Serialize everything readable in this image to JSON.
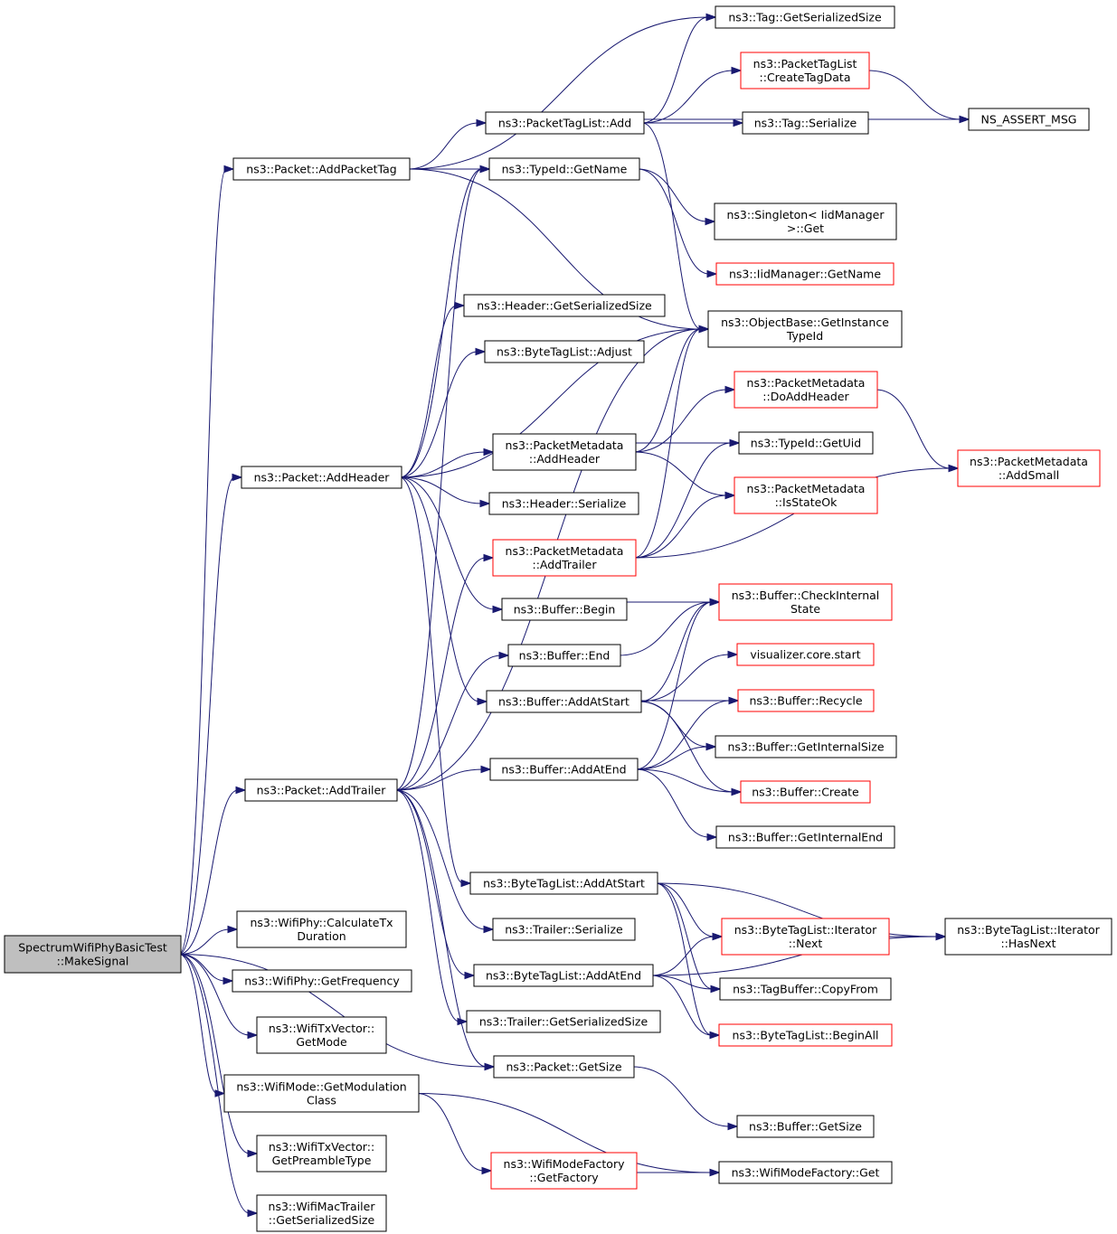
{
  "colors": {
    "edge": "#191970",
    "border_normal": "#000000",
    "border_truncated": "#ff0000",
    "root_fill": "#bfbfbf",
    "node_fill": "#ffffff"
  },
  "nodes": [
    {
      "id": "root",
      "lines": [
        "SpectrumWifiPhyBasicTest",
        "::MakeSignal"
      ],
      "style": "root"
    },
    {
      "id": "addPacketTag",
      "lines": [
        "ns3::Packet::AddPacketTag"
      ],
      "style": "normal"
    },
    {
      "id": "addHeader",
      "lines": [
        "ns3::Packet::AddHeader"
      ],
      "style": "normal"
    },
    {
      "id": "addTrailer",
      "lines": [
        "ns3::Packet::AddTrailer"
      ],
      "style": "normal"
    },
    {
      "id": "calcTxDuration",
      "lines": [
        "ns3::WifiPhy::CalculateTx",
        "Duration"
      ],
      "style": "normal"
    },
    {
      "id": "getFrequency",
      "lines": [
        "ns3::WifiPhy::GetFrequency"
      ],
      "style": "normal"
    },
    {
      "id": "getMode",
      "lines": [
        "ns3::WifiTxVector::",
        "GetMode"
      ],
      "style": "normal"
    },
    {
      "id": "getModClass",
      "lines": [
        "ns3::WifiMode::GetModulation",
        "Class"
      ],
      "style": "normal"
    },
    {
      "id": "getPreamble",
      "lines": [
        "ns3::WifiTxVector::",
        "GetPreambleType"
      ],
      "style": "normal"
    },
    {
      "id": "macTrailerSize",
      "lines": [
        "ns3::WifiMacTrailer",
        "::GetSerializedSize"
      ],
      "style": "normal"
    },
    {
      "id": "ptlAdd",
      "lines": [
        "ns3::PacketTagList::Add"
      ],
      "style": "normal"
    },
    {
      "id": "typeIdGetName",
      "lines": [
        "ns3::TypeId::GetName"
      ],
      "style": "normal"
    },
    {
      "id": "headerSize",
      "lines": [
        "ns3::Header::GetSerializedSize"
      ],
      "style": "normal"
    },
    {
      "id": "btlAdjust",
      "lines": [
        "ns3::ByteTagList::Adjust"
      ],
      "style": "normal"
    },
    {
      "id": "pmAddHeader",
      "lines": [
        "ns3::PacketMetadata",
        "::AddHeader"
      ],
      "style": "normal"
    },
    {
      "id": "headerSerialize",
      "lines": [
        "ns3::Header::Serialize"
      ],
      "style": "normal"
    },
    {
      "id": "pmAddTrailer",
      "lines": [
        "ns3::PacketMetadata",
        "::AddTrailer"
      ],
      "style": "truncated"
    },
    {
      "id": "bufBegin",
      "lines": [
        "ns3::Buffer::Begin"
      ],
      "style": "normal"
    },
    {
      "id": "bufEnd",
      "lines": [
        "ns3::Buffer::End"
      ],
      "style": "normal"
    },
    {
      "id": "bufAddAtStart",
      "lines": [
        "ns3::Buffer::AddAtStart"
      ],
      "style": "normal"
    },
    {
      "id": "bufAddAtEnd",
      "lines": [
        "ns3::Buffer::AddAtEnd"
      ],
      "style": "normal"
    },
    {
      "id": "btlAddAtStart",
      "lines": [
        "ns3::ByteTagList::AddAtStart"
      ],
      "style": "normal"
    },
    {
      "id": "trailerSerialize",
      "lines": [
        "ns3::Trailer::Serialize"
      ],
      "style": "normal"
    },
    {
      "id": "btlAddAtEnd",
      "lines": [
        "ns3::ByteTagList::AddAtEnd"
      ],
      "style": "normal"
    },
    {
      "id": "trailerSize",
      "lines": [
        "ns3::Trailer::GetSerializedSize"
      ],
      "style": "normal"
    },
    {
      "id": "packetGetSize",
      "lines": [
        "ns3::Packet::GetSize"
      ],
      "style": "normal"
    },
    {
      "id": "wmfGetFactory",
      "lines": [
        "ns3::WifiModeFactory",
        "::GetFactory"
      ],
      "style": "truncated"
    },
    {
      "id": "tagSize",
      "lines": [
        "ns3::Tag::GetSerializedSize"
      ],
      "style": "normal"
    },
    {
      "id": "ptlCreateTagData",
      "lines": [
        "ns3::PacketTagList",
        "::CreateTagData"
      ],
      "style": "truncated"
    },
    {
      "id": "tagSerialize",
      "lines": [
        "ns3::Tag::Serialize"
      ],
      "style": "normal"
    },
    {
      "id": "singletonGet",
      "lines": [
        "ns3::Singleton< IidManager",
        ">::Get"
      ],
      "style": "normal"
    },
    {
      "id": "iidGetName",
      "lines": [
        "ns3::IidManager::GetName"
      ],
      "style": "truncated"
    },
    {
      "id": "getInstanceTypeId",
      "lines": [
        "ns3::ObjectBase::GetInstance",
        "TypeId"
      ],
      "style": "normal"
    },
    {
      "id": "pmDoAddHeader",
      "lines": [
        "ns3::PacketMetadata",
        "::DoAddHeader"
      ],
      "style": "truncated"
    },
    {
      "id": "typeIdGetUid",
      "lines": [
        "ns3::TypeId::GetUid"
      ],
      "style": "normal"
    },
    {
      "id": "pmIsStateOk",
      "lines": [
        "ns3::PacketMetadata",
        "::IsStateOk"
      ],
      "style": "truncated"
    },
    {
      "id": "bufCheckInternal",
      "lines": [
        "ns3::Buffer::CheckInternal",
        "State"
      ],
      "style": "truncated"
    },
    {
      "id": "vizStart",
      "lines": [
        "visualizer.core.start"
      ],
      "style": "truncated"
    },
    {
      "id": "bufRecycle",
      "lines": [
        "ns3::Buffer::Recycle"
      ],
      "style": "truncated"
    },
    {
      "id": "bufGetInternalSize",
      "lines": [
        "ns3::Buffer::GetInternalSize"
      ],
      "style": "normal"
    },
    {
      "id": "bufCreate",
      "lines": [
        "ns3::Buffer::Create"
      ],
      "style": "truncated"
    },
    {
      "id": "bufGetInternalEnd",
      "lines": [
        "ns3::Buffer::GetInternalEnd"
      ],
      "style": "normal"
    },
    {
      "id": "btlIterNext",
      "lines": [
        "ns3::ByteTagList::Iterator",
        "::Next"
      ],
      "style": "truncated"
    },
    {
      "id": "tagBufCopyFrom",
      "lines": [
        "ns3::TagBuffer::CopyFrom"
      ],
      "style": "normal"
    },
    {
      "id": "btlBeginAll",
      "lines": [
        "ns3::ByteTagList::BeginAll"
      ],
      "style": "truncated"
    },
    {
      "id": "bufGetSize",
      "lines": [
        "ns3::Buffer::GetSize"
      ],
      "style": "normal"
    },
    {
      "id": "wmfGet",
      "lines": [
        "ns3::WifiModeFactory::Get"
      ],
      "style": "normal"
    },
    {
      "id": "nsAssertMsg",
      "lines": [
        "NS_ASSERT_MSG"
      ],
      "style": "normal"
    },
    {
      "id": "pmAddSmall",
      "lines": [
        "ns3::PacketMetadata",
        "::AddSmall"
      ],
      "style": "truncated"
    },
    {
      "id": "btlIterHasNext",
      "lines": [
        "ns3::ByteTagList::Iterator",
        "::HasNext"
      ],
      "style": "normal"
    }
  ],
  "edges": [
    [
      "root",
      "addPacketTag"
    ],
    [
      "root",
      "addHeader"
    ],
    [
      "root",
      "addTrailer"
    ],
    [
      "root",
      "calcTxDuration"
    ],
    [
      "root",
      "getFrequency"
    ],
    [
      "root",
      "getMode"
    ],
    [
      "root",
      "getModClass"
    ],
    [
      "root",
      "getPreamble"
    ],
    [
      "root",
      "macTrailerSize"
    ],
    [
      "root",
      "packetGetSize"
    ],
    [
      "addPacketTag",
      "ptlAdd"
    ],
    [
      "addPacketTag",
      "typeIdGetName"
    ],
    [
      "addPacketTag",
      "tagSize"
    ],
    [
      "addPacketTag",
      "getInstanceTypeId"
    ],
    [
      "ptlAdd",
      "tagSize"
    ],
    [
      "ptlAdd",
      "ptlCreateTagData"
    ],
    [
      "ptlAdd",
      "tagSerialize"
    ],
    [
      "ptlAdd",
      "nsAssertMsg"
    ],
    [
      "ptlAdd",
      "getInstanceTypeId"
    ],
    [
      "ptlCreateTagData",
      "nsAssertMsg"
    ],
    [
      "typeIdGetName",
      "singletonGet"
    ],
    [
      "typeIdGetName",
      "iidGetName"
    ],
    [
      "addHeader",
      "typeIdGetName"
    ],
    [
      "addHeader",
      "getInstanceTypeId"
    ],
    [
      "addHeader",
      "headerSize"
    ],
    [
      "addHeader",
      "btlAdjust"
    ],
    [
      "addHeader",
      "pmAddHeader"
    ],
    [
      "addHeader",
      "headerSerialize"
    ],
    [
      "addHeader",
      "bufBegin"
    ],
    [
      "addHeader",
      "bufAddAtStart"
    ],
    [
      "addHeader",
      "btlAddAtStart"
    ],
    [
      "pmAddHeader",
      "getInstanceTypeId"
    ],
    [
      "pmAddHeader",
      "pmDoAddHeader"
    ],
    [
      "pmAddHeader",
      "typeIdGetUid"
    ],
    [
      "pmAddHeader",
      "pmIsStateOk"
    ],
    [
      "pmDoAddHeader",
      "pmAddSmall"
    ],
    [
      "pmAddTrailer",
      "getInstanceTypeId"
    ],
    [
      "pmAddTrailer",
      "typeIdGetUid"
    ],
    [
      "pmAddTrailer",
      "pmIsStateOk"
    ],
    [
      "pmAddTrailer",
      "pmAddSmall"
    ],
    [
      "bufBegin",
      "bufCheckInternal"
    ],
    [
      "bufEnd",
      "bufCheckInternal"
    ],
    [
      "bufAddAtStart",
      "bufCheckInternal"
    ],
    [
      "bufAddAtStart",
      "vizStart"
    ],
    [
      "bufAddAtStart",
      "bufRecycle"
    ],
    [
      "bufAddAtStart",
      "bufGetInternalSize"
    ],
    [
      "bufAddAtStart",
      "bufCreate"
    ],
    [
      "bufAddAtEnd",
      "bufCheckInternal"
    ],
    [
      "bufAddAtEnd",
      "bufRecycle"
    ],
    [
      "bufAddAtEnd",
      "bufGetInternalSize"
    ],
    [
      "bufAddAtEnd",
      "bufCreate"
    ],
    [
      "bufAddAtEnd",
      "bufGetInternalEnd"
    ],
    [
      "addTrailer",
      "typeIdGetName"
    ],
    [
      "addTrailer",
      "getInstanceTypeId"
    ],
    [
      "addTrailer",
      "pmAddTrailer"
    ],
    [
      "addTrailer",
      "bufEnd"
    ],
    [
      "addTrailer",
      "bufAddAtEnd"
    ],
    [
      "addTrailer",
      "trailerSerialize"
    ],
    [
      "addTrailer",
      "btlAddAtEnd"
    ],
    [
      "addTrailer",
      "trailerSize"
    ],
    [
      "addTrailer",
      "packetGetSize"
    ],
    [
      "btlAddAtStart",
      "btlIterHasNext"
    ],
    [
      "btlAddAtStart",
      "btlIterNext"
    ],
    [
      "btlAddAtStart",
      "tagBufCopyFrom"
    ],
    [
      "btlAddAtStart",
      "btlBeginAll"
    ],
    [
      "btlAddAtEnd",
      "btlIterNext"
    ],
    [
      "btlAddAtEnd",
      "tagBufCopyFrom"
    ],
    [
      "btlAddAtEnd",
      "btlBeginAll"
    ],
    [
      "btlAddAtEnd",
      "btlIterHasNext"
    ],
    [
      "btlIterNext",
      "btlIterHasNext"
    ],
    [
      "packetGetSize",
      "bufGetSize"
    ],
    [
      "getModClass",
      "wmfGetFactory"
    ],
    [
      "getModClass",
      "wmfGet"
    ],
    [
      "wmfGetFactory",
      "wmfGet"
    ]
  ]
}
